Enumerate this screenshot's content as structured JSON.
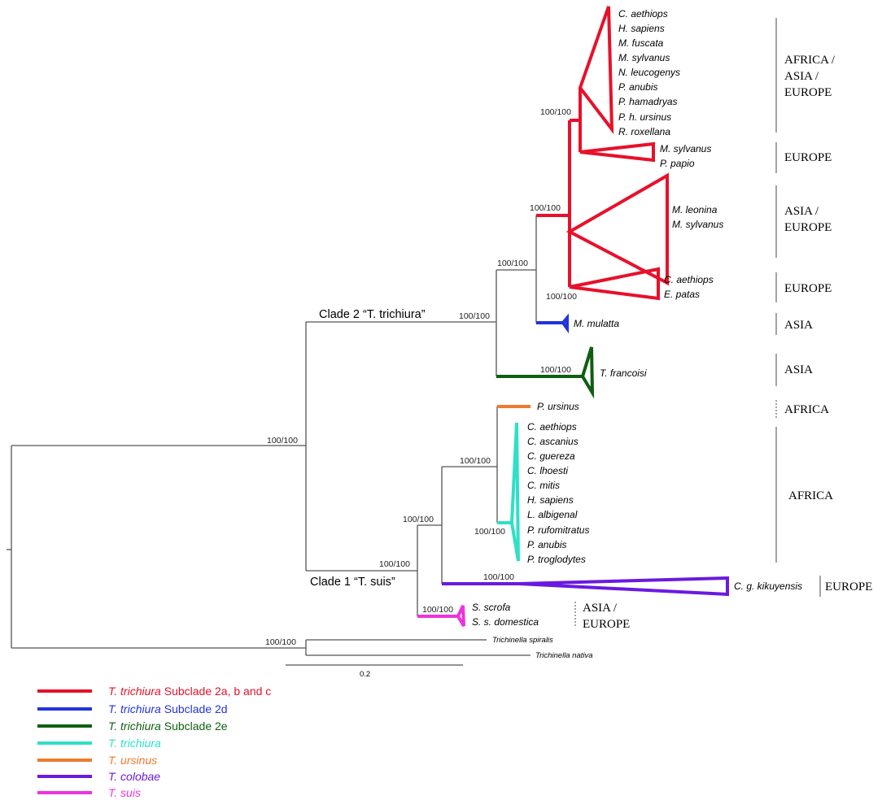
{
  "colors": {
    "subclade_2abc": "#e8102a",
    "subclade_2d": "#2233dd",
    "subclade_2e": "#0e5e12",
    "t_trichiura": "#2ee0c8",
    "t_ursinus": "#f07a2e",
    "t_colobae": "#6a1ae0",
    "t_suis": "#ee33dd",
    "tree_black": "#555555"
  },
  "clades": {
    "clade2": "Clade 2 “T. trichiura”",
    "clade1": "Clade 1 “T. suis”"
  },
  "support_values": {
    "root": "100/100",
    "clade2_node": "100/100",
    "n_2abcd": "100/100",
    "n_2abc": "100/100",
    "n_2a": "100/100",
    "n_2c": "100/100",
    "n_2e": "100/100",
    "clade1_node": "100/100",
    "n_tt_colobae": "100/100",
    "n_tt_ursinus": "100/100",
    "n_trichiura": "100/100",
    "n_colobae": "100/100",
    "n_suis": "100/100",
    "outgroup": "100/100"
  },
  "taxa": {
    "sub2a": [
      "C. aethiops",
      "H. sapiens",
      "M. fuscata",
      "M. sylvanus",
      "N. leucogenys",
      "P. anubis",
      "P. hamadryas",
      "P. h. ursinus",
      "R. roxellana"
    ],
    "sub2a_b": [
      "M. sylvanus",
      "P. papio"
    ],
    "sub2b": [
      "M. leonina",
      "M. sylvanus"
    ],
    "sub2c": [
      "C. aethiops",
      "E. patas"
    ],
    "sub2d": "M. mulatta",
    "sub2e": "T. francoisi",
    "ursinus": "P. ursinus",
    "trichiura": [
      "C. aethiops",
      "C. ascanius",
      "C. guereza",
      "C. lhoesti",
      "C. mitis",
      "H. sapiens",
      "L. albigenal",
      "P. rufomitratus",
      "P. anubis",
      "P. troglodytes"
    ],
    "colobae": "C. g. kikuyensis",
    "suis": [
      "S. scrofa",
      "S. s. domestica"
    ],
    "outgroup": [
      "Trichinella spiralis",
      "Trichinella nativa"
    ]
  },
  "regions": {
    "r1": [
      "AFRICA /",
      "ASIA /",
      "EUROPE"
    ],
    "r2": "EUROPE",
    "r3": [
      "ASIA /",
      "EUROPE"
    ],
    "r4": "EUROPE",
    "r5": "ASIA",
    "r6": "ASIA",
    "r7": "AFRICA",
    "r8": "AFRICA",
    "r9": "EUROPE",
    "r10": [
      "ASIA /",
      "EUROPE"
    ]
  },
  "scale_bar": "0.2",
  "legend": [
    {
      "italic": "T. trichiura",
      "rest": " Subclade 2a, b and c",
      "color": "#e8102a"
    },
    {
      "italic": "T. trichiura",
      "rest": " Subclade 2d",
      "color": "#2233dd"
    },
    {
      "italic": "T. trichiura",
      "rest": " Subclade 2e",
      "color": "#0e5e12"
    },
    {
      "italic": "T. trichiura",
      "rest": "",
      "color": "#2ee0c8"
    },
    {
      "italic": "T. ursinus",
      "rest": "",
      "color": "#f07a2e"
    },
    {
      "italic": "T. colobae",
      "rest": "",
      "color": "#6a1ae0"
    },
    {
      "italic": "T. suis",
      "rest": "",
      "color": "#ee33dd"
    }
  ]
}
